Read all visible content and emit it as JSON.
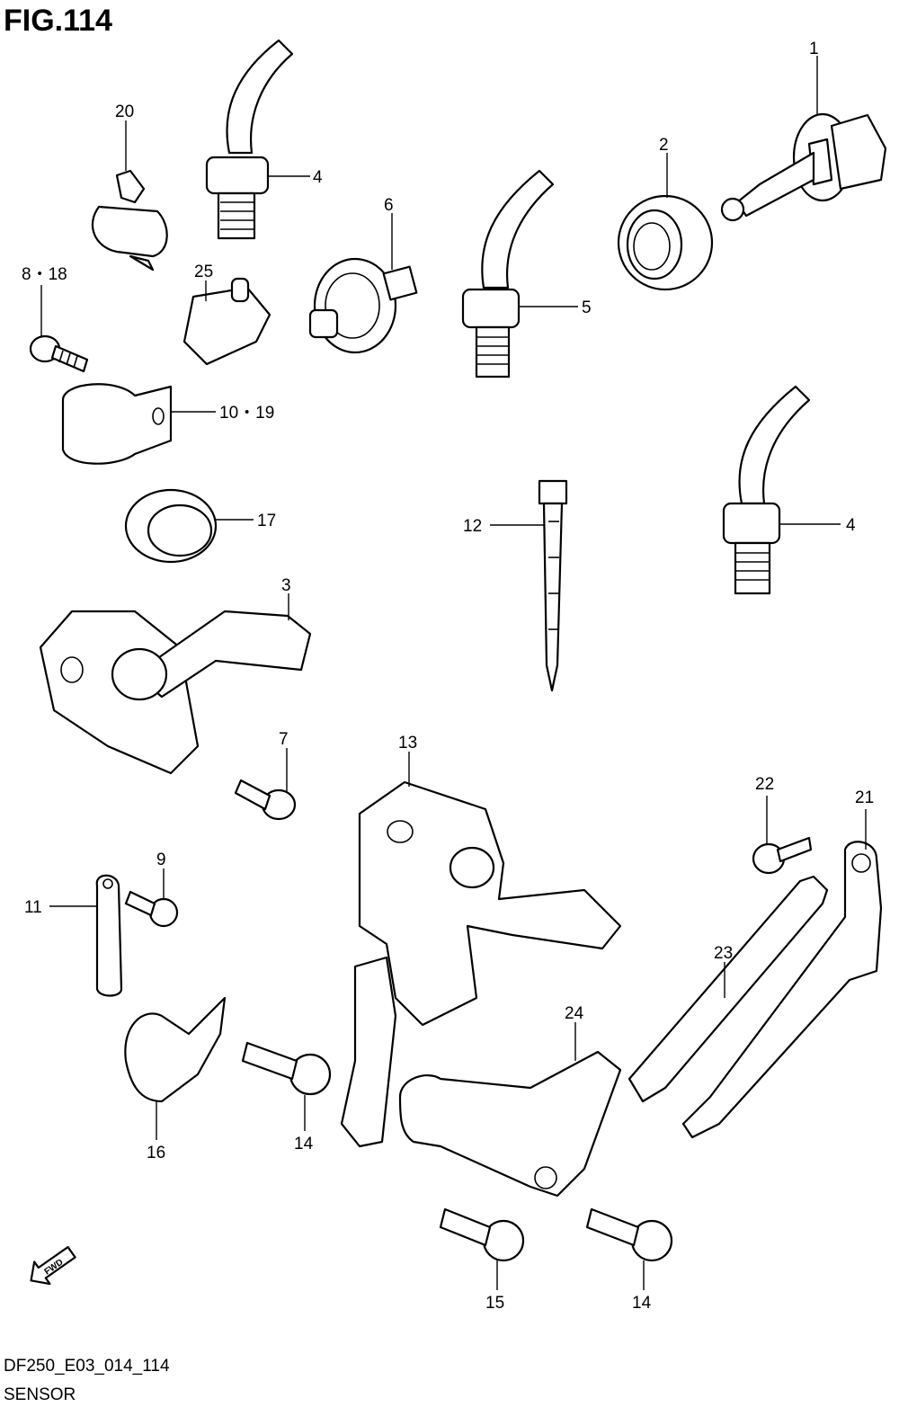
{
  "figure": {
    "title": "FIG.114",
    "code": "DF250_E03_014_114",
    "section": "SENSOR"
  },
  "callouts": [
    {
      "id": "c1",
      "label": "1"
    },
    {
      "id": "c2",
      "label": "2"
    },
    {
      "id": "c3",
      "label": "3"
    },
    {
      "id": "c4a",
      "label": "4"
    },
    {
      "id": "c4b",
      "label": "4"
    },
    {
      "id": "c5",
      "label": "5"
    },
    {
      "id": "c6",
      "label": "6"
    },
    {
      "id": "c7",
      "label": "7"
    },
    {
      "id": "c818",
      "label": "8・18"
    },
    {
      "id": "c9",
      "label": "9"
    },
    {
      "id": "c1019",
      "label": "10・19"
    },
    {
      "id": "c11",
      "label": "11"
    },
    {
      "id": "c12",
      "label": "12"
    },
    {
      "id": "c13",
      "label": "13"
    },
    {
      "id": "c14a",
      "label": "14"
    },
    {
      "id": "c14b",
      "label": "14"
    },
    {
      "id": "c15",
      "label": "15"
    },
    {
      "id": "c16",
      "label": "16"
    },
    {
      "id": "c17",
      "label": "17"
    },
    {
      "id": "c20",
      "label": "20"
    },
    {
      "id": "c21",
      "label": "21"
    },
    {
      "id": "c22",
      "label": "22"
    },
    {
      "id": "c23",
      "label": "23"
    },
    {
      "id": "c24",
      "label": "24"
    },
    {
      "id": "c25",
      "label": "25"
    }
  ],
  "fwd_label": "FWD"
}
